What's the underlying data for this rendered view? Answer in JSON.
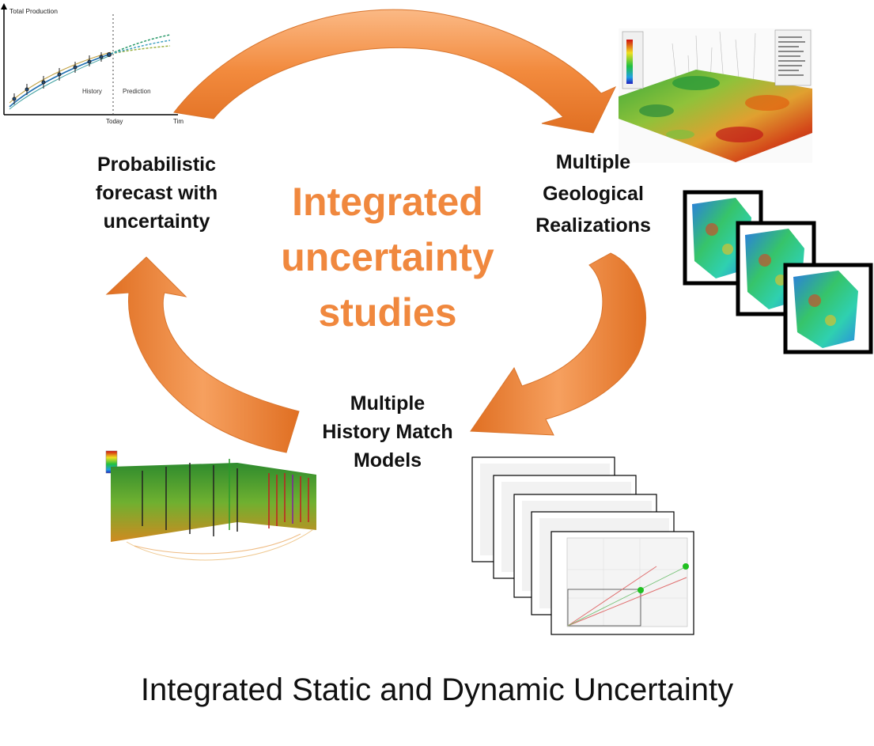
{
  "center_title": "Integrated uncertainty studies",
  "center_lines": [
    "Integrated",
    "uncertainty",
    "studies"
  ],
  "labels": {
    "forecast": [
      "Probabilistic",
      "forecast with",
      "uncertainty"
    ],
    "geological": [
      "Multiple",
      "Geological",
      "Realizations"
    ],
    "history": [
      "Multiple",
      "History Match",
      "Models"
    ]
  },
  "footer": "Integrated Static and Dynamic Uncertainty",
  "forecast_chart": {
    "ylabel": "Total Production",
    "xlabel": "Tim",
    "today": "Today",
    "history": "History",
    "prediction": "Prediction"
  },
  "colors": {
    "arrow": "#f28a3d",
    "arrow_light": "#f9b27a",
    "center_text": "#f0883e"
  }
}
